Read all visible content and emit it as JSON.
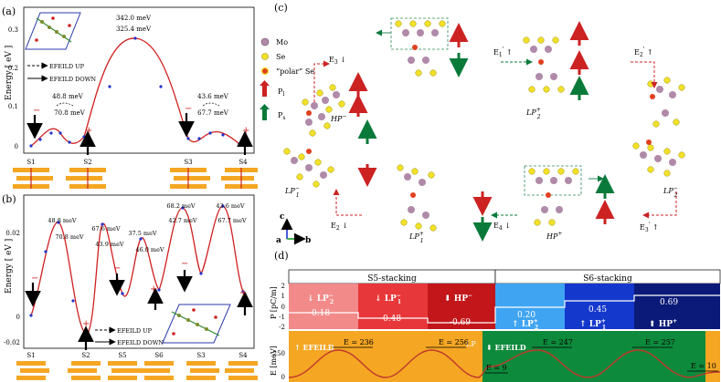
{
  "panel_a": {
    "label": "(a)",
    "ylabel": "Energy [ eV ]",
    "yticks": [
      "0",
      "0.1",
      "0.2",
      "0.3"
    ],
    "xticks": [
      "S1",
      "S2",
      "S3",
      "S4"
    ],
    "legend": [
      "EFEILD UP",
      "EFEILD DOWN"
    ],
    "annotations": [
      "342.0 meV",
      "325.4 meV",
      "48.8 meV",
      "70.8 meV",
      "43.6 meV",
      "67.7 meV"
    ],
    "signs": [
      "−",
      "+",
      "−",
      "+"
    ]
  },
  "panel_b": {
    "label": "(b)",
    "ylabel": "Energy [ eV ]",
    "yticks": [
      "0",
      "0.02",
      "-0.02"
    ],
    "xticks": [
      "S1",
      "S2",
      "S5",
      "S6",
      "S3",
      "S4"
    ],
    "legend": [
      "EFEILD UP",
      "EFEILD DOWN"
    ],
    "annotations": [
      "48.8 meV",
      "70.8 meV",
      "67.6 meV",
      "43.9 meV",
      "37.5 meV",
      "46.0 meV",
      "68.2 meV",
      "42.7 meV",
      "43.6 meV",
      "67.7 meV"
    ],
    "signs": [
      "−",
      "+",
      "−",
      "+",
      "−",
      "+"
    ]
  },
  "panel_c": {
    "label": "(c)",
    "legend": [
      "Mo",
      "Se",
      "“polar” Se",
      "P",
      "P"
    ],
    "legend_subs": [
      "l",
      "s"
    ],
    "axes": [
      "c",
      "a",
      "b"
    ],
    "states": [
      "HP",
      "LP",
      "LP",
      "LP",
      "LP",
      "HP"
    ],
    "state_sups": [
      "−",
      "+",
      "−",
      "+",
      "−",
      "+"
    ],
    "state_subs": [
      "",
      "2",
      "1",
      "1",
      "2",
      ""
    ],
    "arrows": [
      "E",
      "E",
      "E",
      "E",
      "E",
      "E"
    ],
    "arrow_subs": [
      "3",
      "1",
      "2",
      "2",
      "4",
      "3"
    ],
    "arrow_sups": [
      "",
      "'",
      "'",
      "",
      "",
      "'"
    ]
  },
  "panel_d": {
    "label": "(d)",
    "headers": [
      "S5-stacking",
      "S6-stacking"
    ],
    "ylabels": [
      "P [pC/m]",
      "E [meV]"
    ],
    "yticks_p": [
      "2",
      "1",
      "0",
      "-1",
      "-2"
    ],
    "yticks_e": [
      "250",
      "0"
    ],
    "blocks": [
      {
        "label": "LP",
        "sub": "2",
        "sup": "−",
        "value": "-0.18",
        "color": "#f08080"
      },
      {
        "label": "LP",
        "sub": "1",
        "sup": "−",
        "value": "-0.48",
        "color": "#e8373a"
      },
      {
        "label": "HP",
        "sub": "",
        "sup": "−",
        "value": "-0.69",
        "color": "#c2161b"
      },
      {
        "label": "LP",
        "sub": "2",
        "sup": "+",
        "value": "0.20",
        "color": "#4aa3f0"
      },
      {
        "label": "LP",
        "sub": "1",
        "sup": "+",
        "value": "0.45",
        "color": "#1038c8"
      },
      {
        "label": "HP",
        "sub": "",
        "sup": "+",
        "value": "0.69",
        "color": "#0a1a7a"
      }
    ],
    "efield_labels": [
      "EFEILD",
      "EFEILD"
    ],
    "lp_label": "LP",
    "barriers": [
      "E = 236",
      "E = 256",
      "E = 247",
      "E = 257",
      "E = 9",
      "E = 10"
    ],
    "colors": {
      "orange": "#f5a623",
      "green": "#0e8a3c",
      "curve": "#c0392b"
    }
  }
}
